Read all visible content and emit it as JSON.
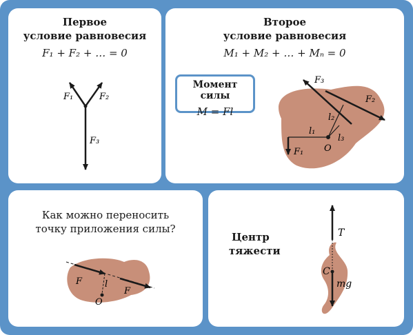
{
  "panel1": {
    "title_line1": "Первое",
    "title_line2": "условие равновесия",
    "formula": "F₁ + F₂ + … = 0",
    "labels": {
      "f1": "F₁",
      "f2": "F₂",
      "f3": "F₃"
    }
  },
  "panel2": {
    "title_line1": "Второе",
    "title_line2": "условие равновесия",
    "formula": "M₁ + M₂ + … + Mₙ = 0",
    "moment_title": "Момент силы",
    "moment_formula": "M = Fl",
    "labels": {
      "f1": "F₁",
      "f2": "F₂",
      "f3": "F₃",
      "l1": "l₁",
      "l2": "l₂",
      "l3": "l₃",
      "o": "O"
    }
  },
  "panel3": {
    "question_line1": "Как можно переносить",
    "question_line2": "точку приложения силы?",
    "labels": {
      "f_left": "F",
      "f_right": "F",
      "l": "l",
      "o": "O"
    }
  },
  "panel4": {
    "title_line1": "Центр",
    "title_line2": "тяжести",
    "labels": {
      "t": "T",
      "c": "C",
      "mg": "mg"
    }
  },
  "colors": {
    "background": "#5b93c8",
    "body": "#c88f79",
    "ink": "#1a1a1a"
  }
}
